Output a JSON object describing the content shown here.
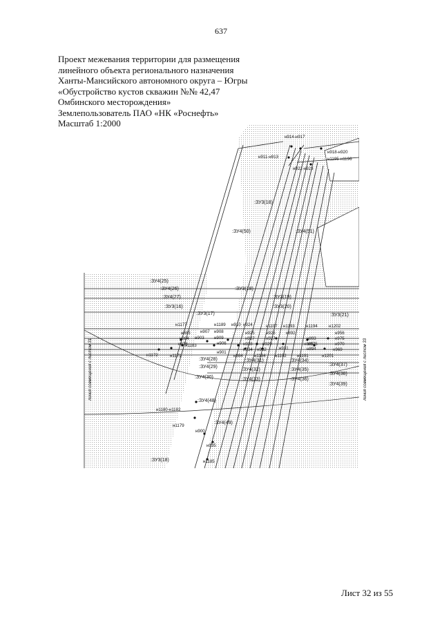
{
  "page_number": "637",
  "title_lines": [
    "Проект межевания территории для размещения",
    "линейного объекта регионального назначения",
    "Ханты-Мансийского автономного округа – Югры",
    "«Обустройство кустов скважин №№ 42,47",
    "Омбинского месторождения»",
    "Землепользователь ПАО «НК «Роснефть»",
    "Масштаб 1:2000"
  ],
  "sheet_label": "Лист 32 из 55",
  "map": {
    "side_labels": {
      "left": "линия совмещения с листом 31",
      "right": "линия совмещения с листом 33"
    },
    "parcel_labels": [
      ":ЗУ3(18)",
      ":ЗУ4(50)",
      ":ЗУ4(51)",
      ":ЗУ4(25)",
      ":ЗУ4(26)",
      ":ЗУ4(27)",
      ":ЗУ3(16)",
      ":ЗУ3(17)",
      ":ЗУ3(18)",
      ":ЗУ3(19)",
      ":ЗУ3(20)",
      ":ЗУ3(21)",
      ":ЗУ4(28)",
      ":ЗУ4(29)",
      ":ЗУ4(30)",
      ":ЗУ4(31)",
      ":ЗУ4(32)",
      ":ЗУ4(33)",
      ":ЗУ4(34)",
      ":ЗУ4(35)",
      ":ЗУ4(36)",
      ":ЗУ4(37)",
      ":ЗУ4(38)",
      ":ЗУ4(39)",
      ":ЗУ4(48)",
      ":ЗУ4(49)",
      ":ЗУ3(18)"
    ],
    "point_labels": [
      "н914-н917",
      "н918-н920",
      "н1195-н1196",
      "н911-н913",
      "н922-н923",
      "н1177",
      "н1189",
      "н910",
      "н924",
      "н1197",
      "н1193",
      "н1194",
      "н1202",
      "н883",
      "н907",
      "н908",
      "н925",
      "н926",
      "н892",
      "н956",
      "н884",
      "н909",
      "н927",
      "н927",
      "н893",
      "н975",
      "н975",
      "н876",
      "н903",
      "н906",
      "н928",
      "н929",
      "н894",
      "н970",
      "н1172",
      "н1171",
      "н1183",
      "н901",
      "н934",
      "н932",
      "н931",
      "н895",
      "н969",
      "н984",
      "н1184",
      "н1192",
      "н1191",
      "н1201",
      "н1180-н1182",
      "н1179",
      "н900",
      "н935",
      "н1185"
    ]
  }
}
